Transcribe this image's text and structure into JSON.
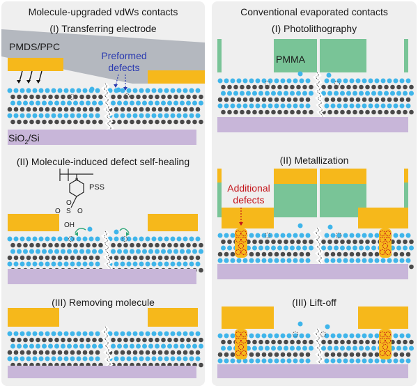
{
  "colors": {
    "gold": "#f6b81b",
    "substrate": "#c8b6d9",
    "pmma": "#79c497",
    "polymer": "#b4b8bf",
    "atom_blue": "#3fb5ea",
    "atom_gray": "#4a4a4a",
    "annotation_blue": "#2b3bb0",
    "annotation_red": "#c4141a",
    "arrow_green": "#2aa676"
  },
  "left": {
    "title": "Molecule-upgraded vdWs contacts",
    "step1": "(I) Transferring electrode",
    "polymer_label": "PMDS/PPC",
    "defect_label_line1": "Preformed",
    "defect_label_line2": "defects",
    "substrate_label_main": "SiO",
    "substrate_label_sub": "2",
    "substrate_label_rest": "/Si",
    "step2": "(II) Molecule-induced defect self-healing",
    "pss_label": "PSS",
    "pss_n": "n",
    "pss_s": "S",
    "pss_o_top": "O",
    "pss_o_left": "O",
    "pss_o_right": "O",
    "pss_oh": "OH",
    "step3": "(III) Removing molecule"
  },
  "right": {
    "title": "Conventional evaporated contacts",
    "step1": "(I) Photolithography",
    "pmma_label": "PMMA",
    "step2": "(II) Metallization",
    "additional_line1": "Additional",
    "additional_line2": "defects",
    "step3": "(III) Lift-off"
  }
}
